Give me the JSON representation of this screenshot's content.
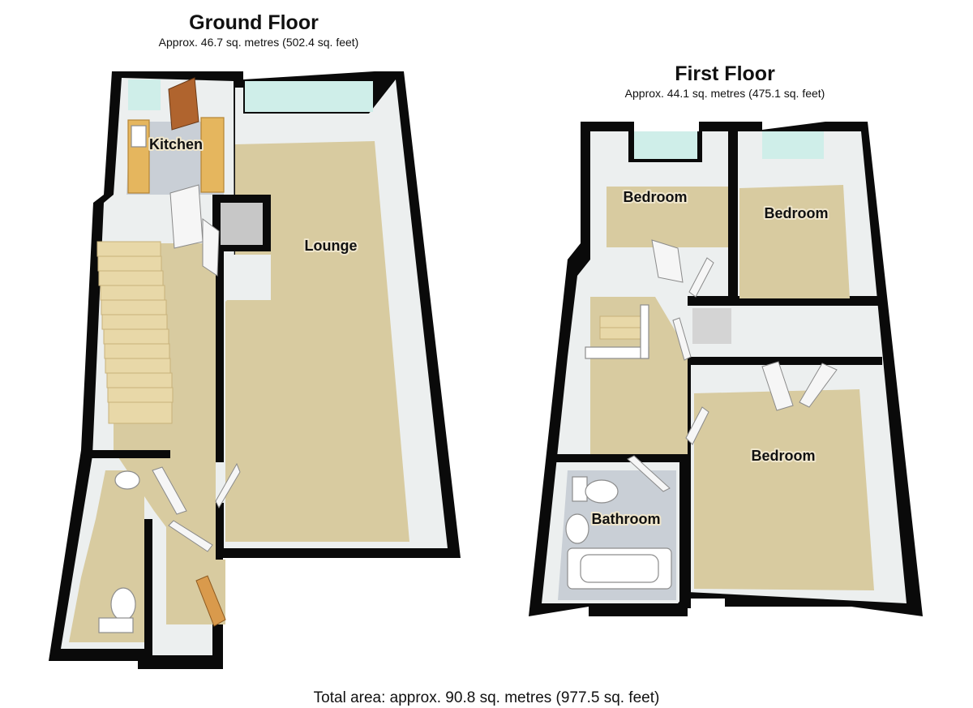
{
  "ground_floor": {
    "title": "Ground Floor",
    "area": "Approx.  46.7 sq. metres (502.4 sq. feet)",
    "rooms": {
      "kitchen": "Kitchen",
      "lounge": "Lounge"
    }
  },
  "first_floor": {
    "title": "First Floor",
    "area": "Approx.  44.1 sq. metres (475.1 sq. feet)",
    "rooms": {
      "bedroom_1": "Bedroom",
      "bedroom_2": "Bedroom",
      "bedroom_3": "Bedroom",
      "bathroom": "Bathroom"
    }
  },
  "total_area": "Total area: approx.  90.8 sq. metres (977.5 sq. feet)",
  "colors": {
    "wall": "#0a0a0a",
    "carpet": "#d8cba0",
    "window": "#cfeee9",
    "tile": "#c9cfd6"
  }
}
